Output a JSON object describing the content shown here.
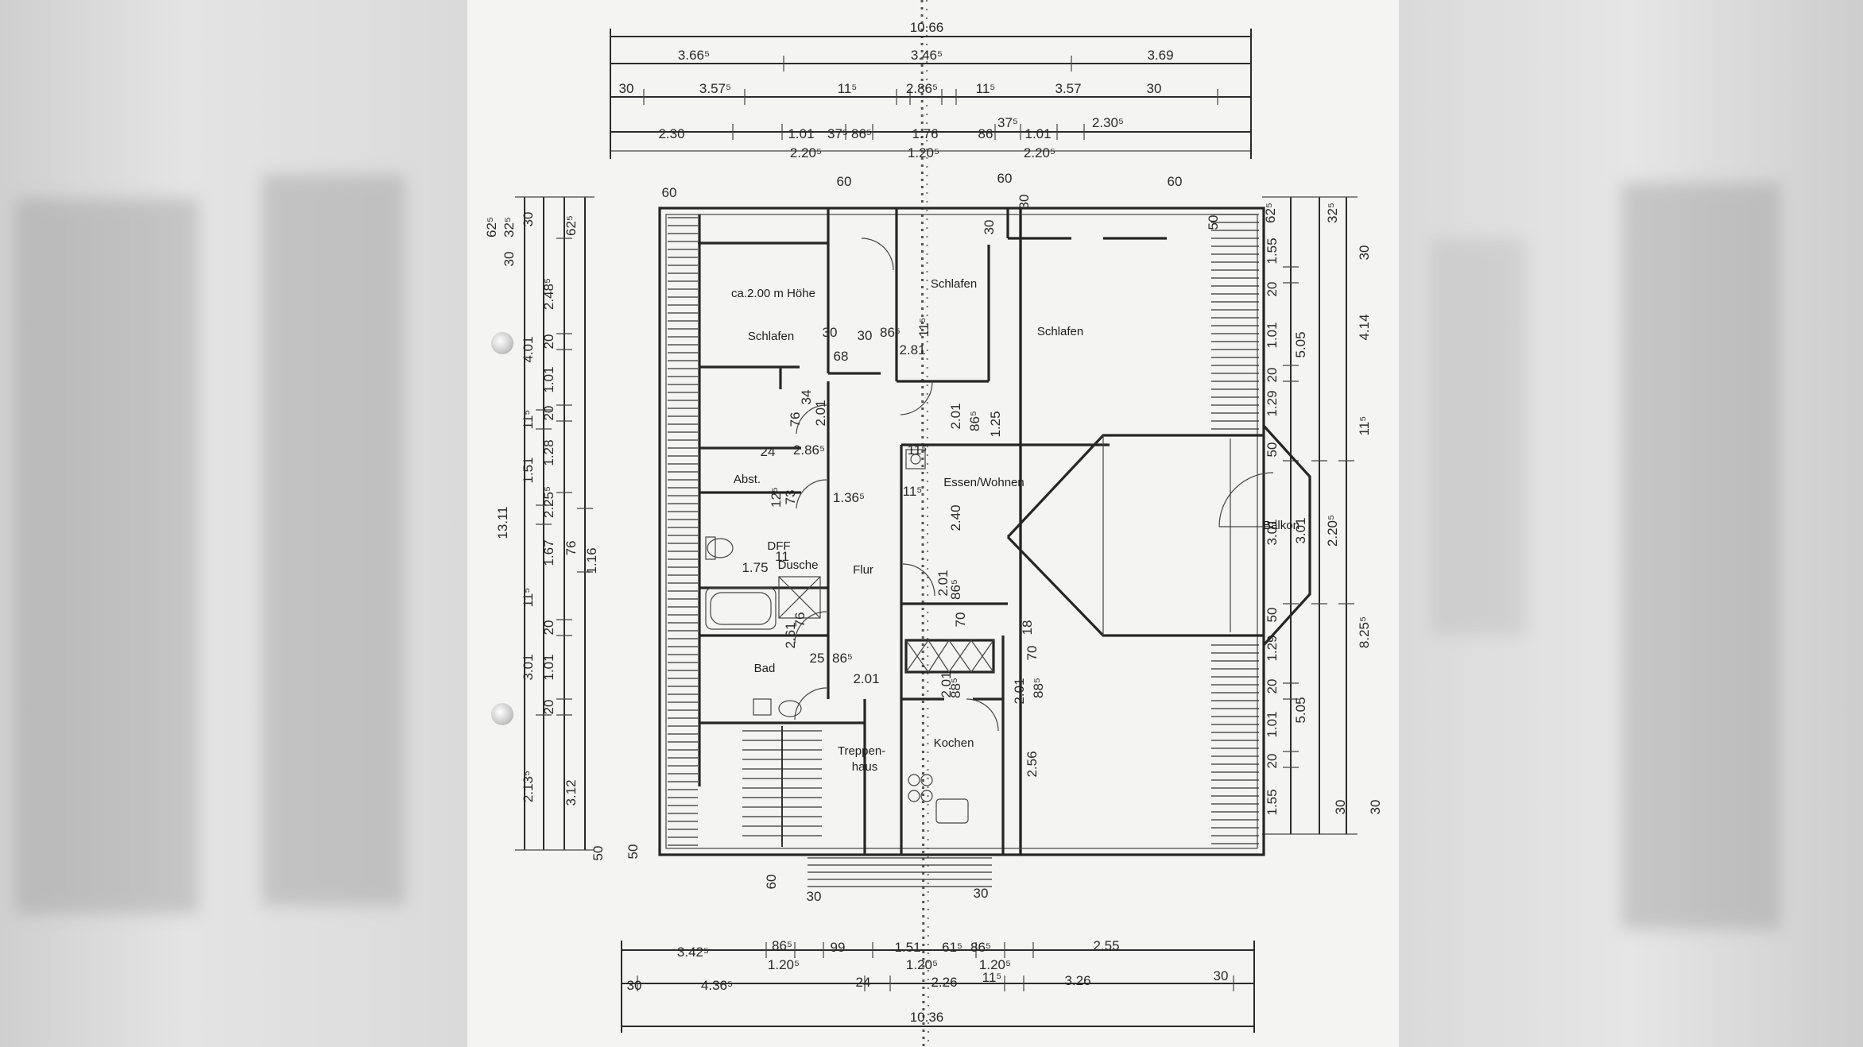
{
  "plan": {
    "rooms": {
      "schlafen_left": "Schlafen",
      "hoehe_note": "ca.2.00 m Höhe",
      "schlafen_mid": "Schlafen",
      "schlafen_right": "Schlafen",
      "essen": "Essen/Wohnen",
      "balkon": "Balkon",
      "flur": "Flur",
      "dusche": "Dusche",
      "bad": "Bad",
      "abst": "Abst.",
      "dff": "DFF",
      "kochen": "Kochen",
      "treppen1": "Treppen-",
      "treppen2": "haus"
    },
    "dims": {
      "top_total": "10.66",
      "top_r1": [
        "3.66⁵",
        "3.46⁵",
        "3.69"
      ],
      "top_r2": [
        "30",
        "3.57⁵",
        "11⁵",
        "2.86⁵",
        "11⁵",
        "3.57",
        "30"
      ],
      "top_r3": [
        "2.30",
        "1.01",
        "37⁵",
        "86⁵",
        "1.76",
        "86",
        "37⁵",
        "1.01",
        "2.30⁵"
      ],
      "top_r3b": [
        "2.20⁵",
        "1.20⁵",
        "2.20⁵"
      ],
      "top_small": [
        "60",
        "60",
        "60",
        "60",
        "50",
        "30"
      ],
      "bottom_total": "10.36",
      "bottom_r1": [
        "3.42⁵",
        "86⁵",
        "99",
        "1.51",
        "61⁵",
        "86⁵",
        "2.55"
      ],
      "bottom_r1b": [
        "1.20⁵",
        "1.20⁵",
        "1.20⁵"
      ],
      "bottom_r2": [
        "30",
        "4.36⁵",
        "24",
        "2.26",
        "11⁵",
        "3.26",
        "30"
      ],
      "bottom_small": [
        "60",
        "30",
        "30",
        "50"
      ],
      "left_total": "13.11",
      "left_r1": [
        "62⁵",
        "4.01",
        "11⁵",
        "1.51",
        "11⁵",
        "3.01",
        "2.13⁵"
      ],
      "left_r2": [
        "32⁵",
        "30",
        "2.48⁵",
        "20",
        "1.01",
        "20",
        "1.28",
        "2.25⁵",
        "1.67",
        "20",
        "1.01",
        "20",
        "3.12"
      ],
      "left_r3": [
        "30",
        "62⁵",
        "76",
        "1.16",
        "50"
      ],
      "right_r1": [
        "62⁵",
        "1.55",
        "20",
        "1.01",
        "20",
        "1.29",
        "50",
        "3.01",
        "50",
        "1.29",
        "20",
        "1.01",
        "20",
        "1.55",
        "30"
      ],
      "right_r2": [
        "5.05",
        "3.01",
        "5.05"
      ],
      "right_r3": [
        "32⁵",
        "30",
        "4.14",
        "11⁵",
        "2.20⁵",
        "8.25⁵",
        "30"
      ],
      "interior": [
        "68",
        "30",
        "86⁵",
        "11⁵",
        "2.81",
        "2.01",
        "86⁵",
        "1.25",
        "76",
        "34",
        "2.01",
        "24",
        "2.86⁵",
        "11⁵",
        "1.36⁵",
        "11⁵",
        "2.40",
        "1.75",
        "11",
        "2.01",
        "86⁵",
        "70",
        "76",
        "2.61",
        "25",
        "86⁵",
        "2.01",
        "2.01",
        "88⁵",
        "18",
        "70",
        "88⁵",
        "2.01",
        "2.56",
        "12⁵",
        "73",
        "30",
        "30"
      ]
    }
  }
}
